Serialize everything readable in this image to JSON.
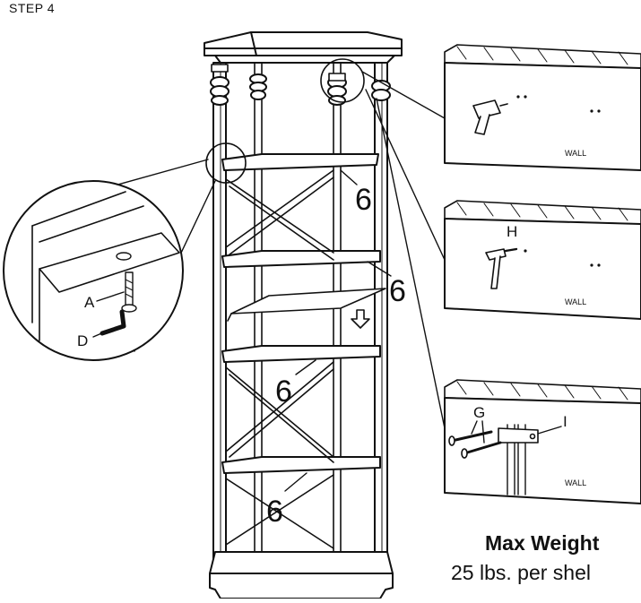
{
  "step_label": "STEP 4",
  "part_labels": {
    "shelf_number": "6",
    "screw": "A",
    "allen_key": "D",
    "anchor": "H",
    "wall_screws": "G",
    "bracket": "I"
  },
  "wall_label": "WALL",
  "max_weight": {
    "title": "Max Weight",
    "detail": "25 lbs. per shel"
  },
  "icons": [
    "drill-icon",
    "hammer-icon",
    "down-arrow-icon",
    "magnifier-circle-icon"
  ]
}
